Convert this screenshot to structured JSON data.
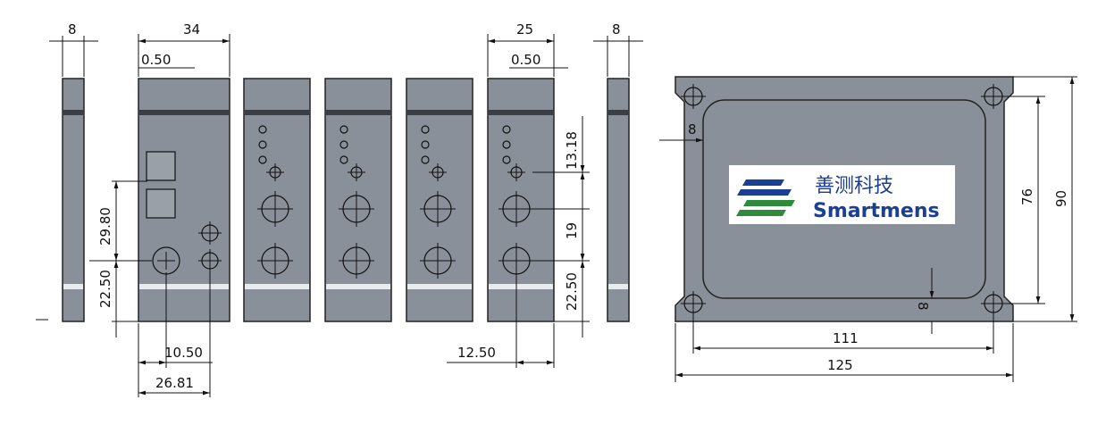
{
  "dims": {
    "left_end_width": "8",
    "main_width": "34",
    "offset_left": "0.50",
    "right_panel_width": "25",
    "offset_right": "0.50",
    "right_end_width": "8",
    "vert_29": "29.80",
    "vert_22a": "22.50",
    "horiz_10": "10.50",
    "horiz_26": "26.81",
    "vert_13": "13.18",
    "vert_19": "19",
    "vert_22b": "22.50",
    "horiz_12": "12.50",
    "plate_inset": "8",
    "plate_inner_h": "76",
    "plate_outer_h": "90",
    "plate_bottom_inset": "8",
    "plate_inner_w": "111",
    "plate_outer_w": "125"
  },
  "logo": {
    "chinese": "善测科技",
    "english": "Smartmens",
    "colors": {
      "blue": "#1b3f92",
      "green": "#2e8b3c"
    }
  }
}
